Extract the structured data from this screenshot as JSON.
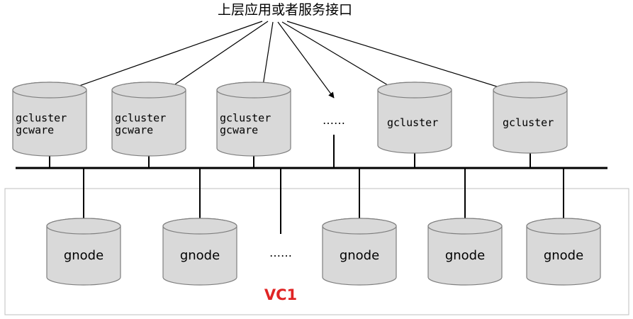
{
  "title": "上层应用或者服务接口",
  "coordinators": [
    {
      "lines": [
        "gcluster",
        "gcware"
      ]
    },
    {
      "lines": [
        "gcluster",
        "gcware"
      ]
    },
    {
      "lines": [
        "gcluster",
        "gcware"
      ]
    },
    {
      "lines": [
        "gcluster"
      ]
    },
    {
      "lines": [
        "gcluster"
      ]
    }
  ],
  "coordinator_ellipsis": "……",
  "data_nodes": [
    {
      "label": "gnode"
    },
    {
      "label": "gnode"
    },
    {
      "label": "gnode"
    },
    {
      "label": "gnode"
    },
    {
      "label": "gnode"
    }
  ],
  "data_node_ellipsis": "……",
  "vc_label": "VC1",
  "colors": {
    "cylinder_fill": "#d9d9d9",
    "cylinder_stroke": "#7f7f7f",
    "line": "#000000",
    "vc_border": "#bfbfbf",
    "vc_label": "#e02424"
  }
}
